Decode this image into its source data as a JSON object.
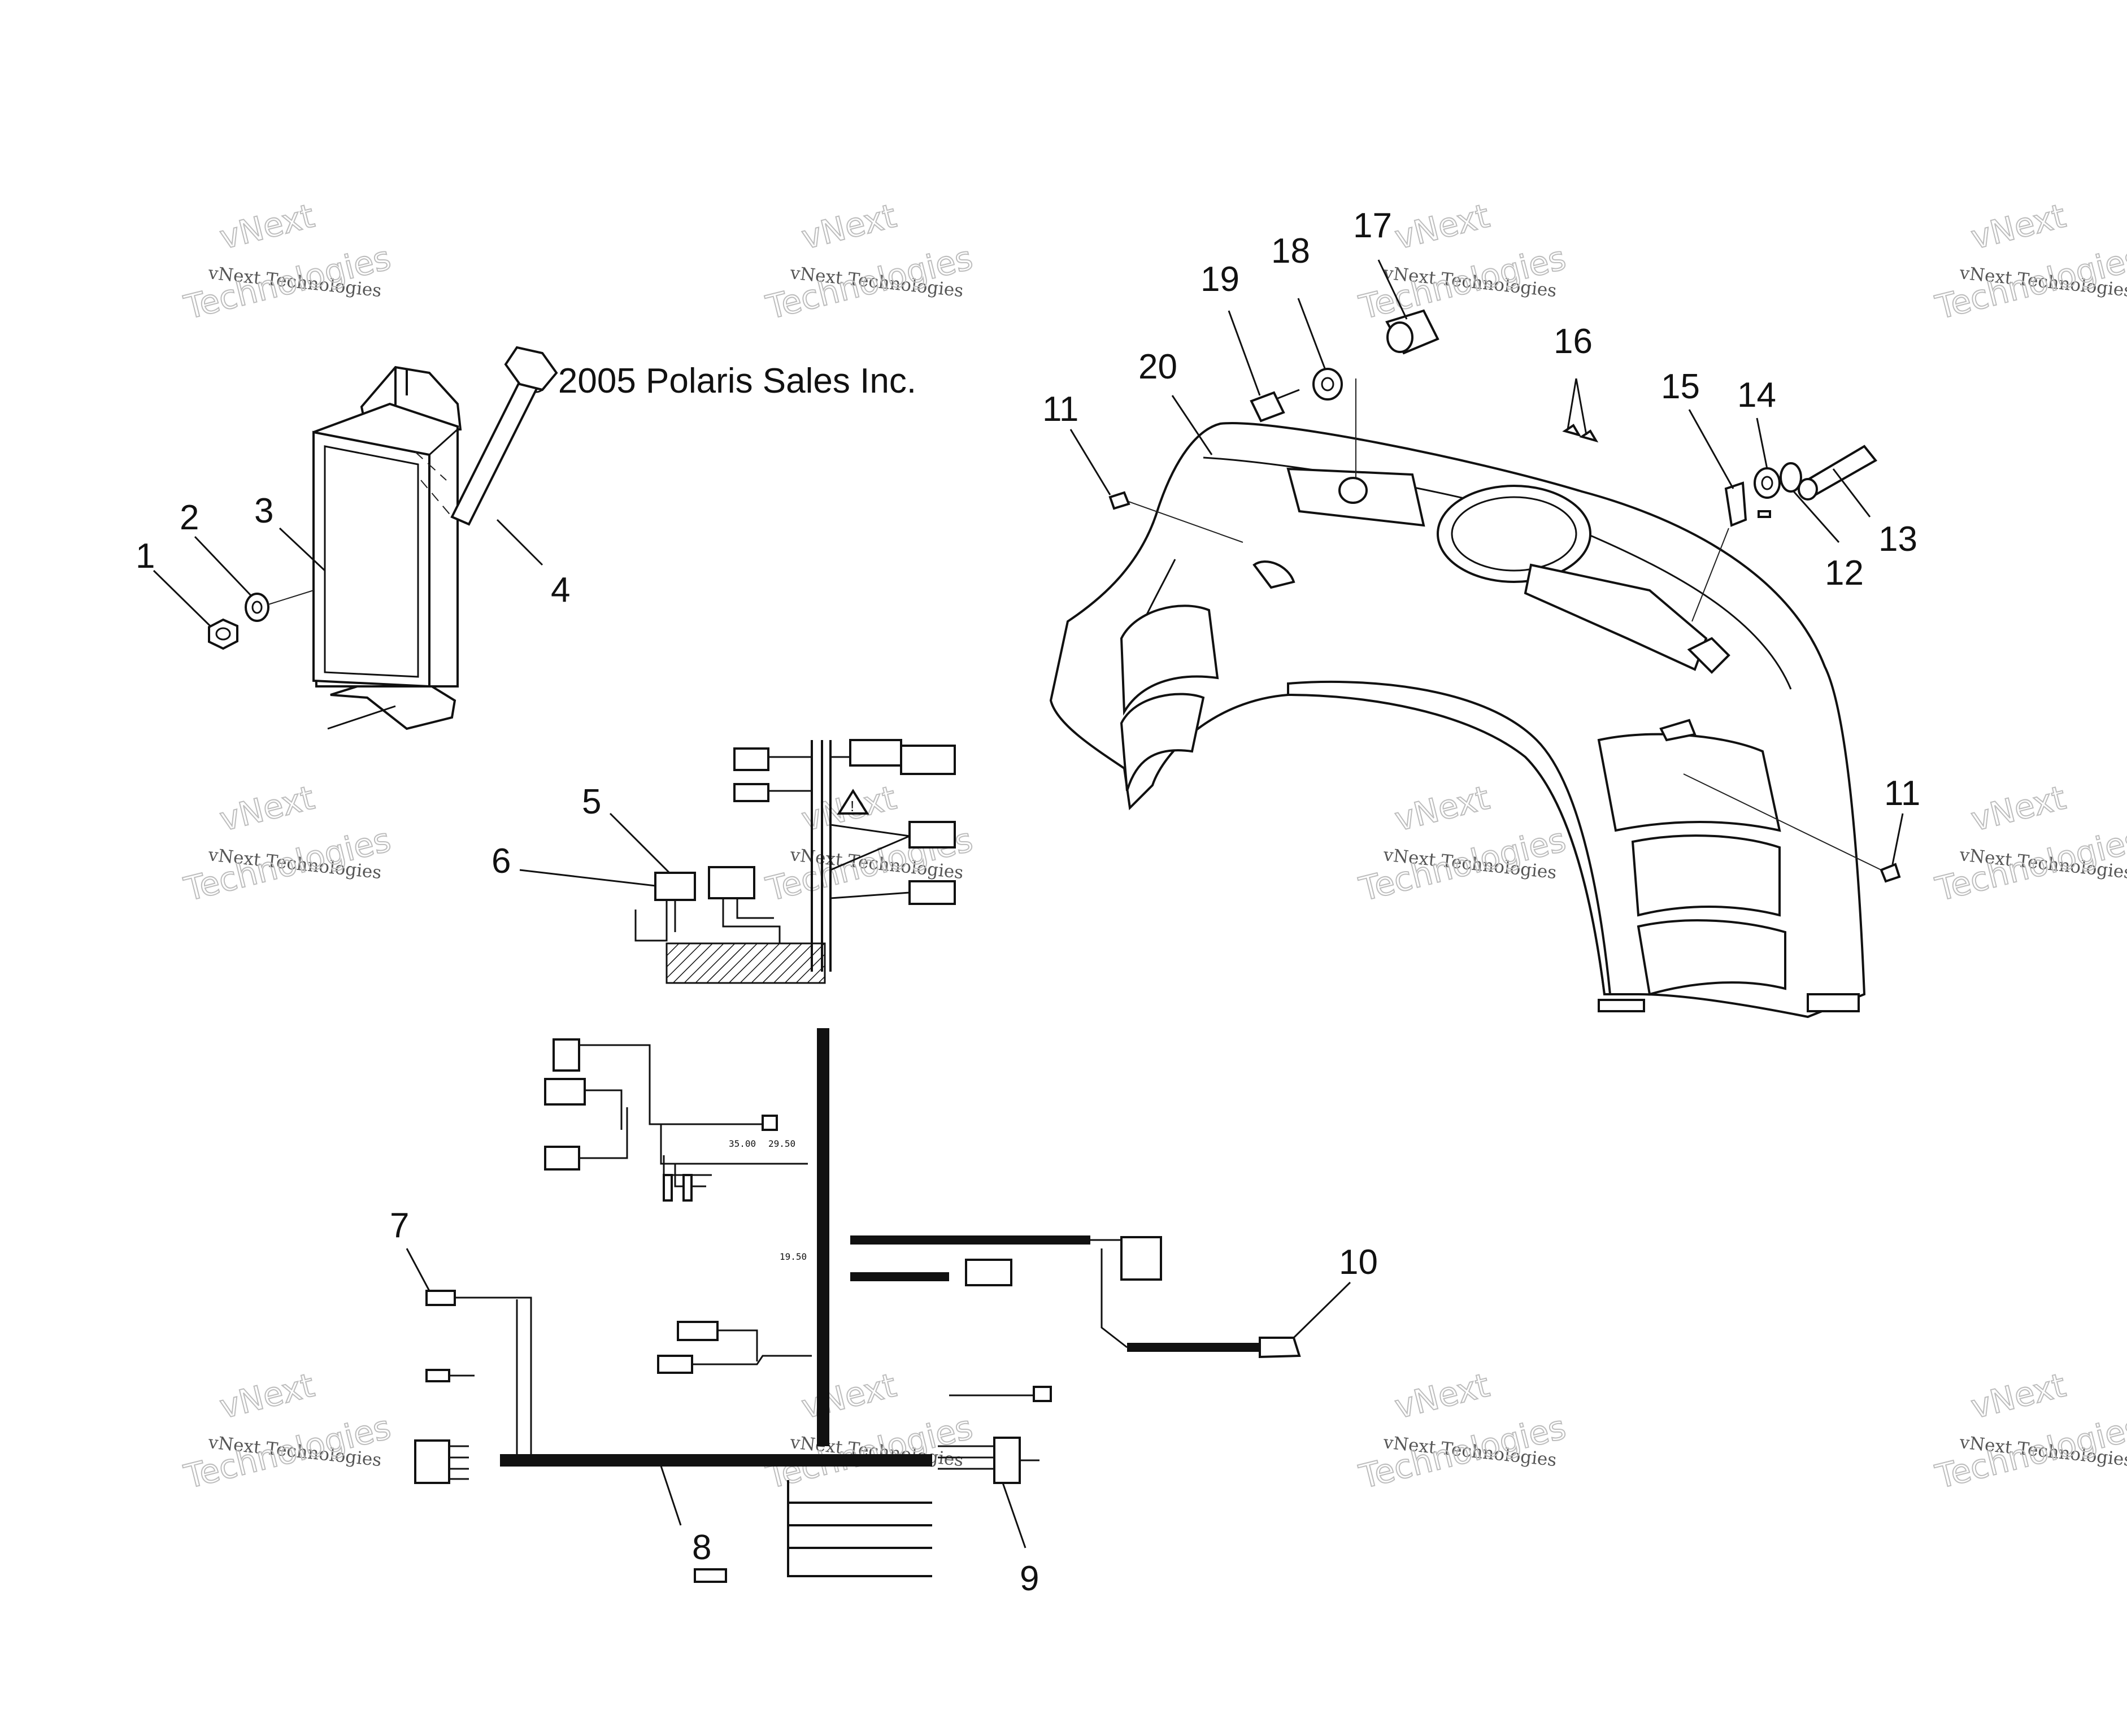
{
  "copyright": "© 2005 Polaris Sales Inc.",
  "watermark": {
    "line1": "vNext",
    "line2": "vNext Technologies",
    "line3": "Technologies"
  },
  "callouts": [
    {
      "id": "c1",
      "label": "1"
    },
    {
      "id": "c2",
      "label": "2"
    },
    {
      "id": "c3",
      "label": "3"
    },
    {
      "id": "c4",
      "label": "4"
    },
    {
      "id": "c5",
      "label": "5"
    },
    {
      "id": "c6",
      "label": "6"
    },
    {
      "id": "c7",
      "label": "7"
    },
    {
      "id": "c8",
      "label": "8"
    },
    {
      "id": "c9",
      "label": "9"
    },
    {
      "id": "c10",
      "label": "10"
    },
    {
      "id": "c11a",
      "label": "11"
    },
    {
      "id": "c11b",
      "label": "11"
    },
    {
      "id": "c12",
      "label": "12"
    },
    {
      "id": "c13",
      "label": "13"
    },
    {
      "id": "c14",
      "label": "14"
    },
    {
      "id": "c15",
      "label": "15"
    },
    {
      "id": "c16",
      "label": "16"
    },
    {
      "id": "c17",
      "label": "17"
    },
    {
      "id": "c18",
      "label": "18"
    },
    {
      "id": "c19",
      "label": "19"
    },
    {
      "id": "c20",
      "label": "20"
    }
  ],
  "harness_labels": {
    "dim_a": "29.50",
    "dim_b": "35.00",
    "dim_c": "19.50"
  },
  "colors": {
    "line": "#111111",
    "background": "#ffffff",
    "watermark": "#bdbdbd"
  }
}
